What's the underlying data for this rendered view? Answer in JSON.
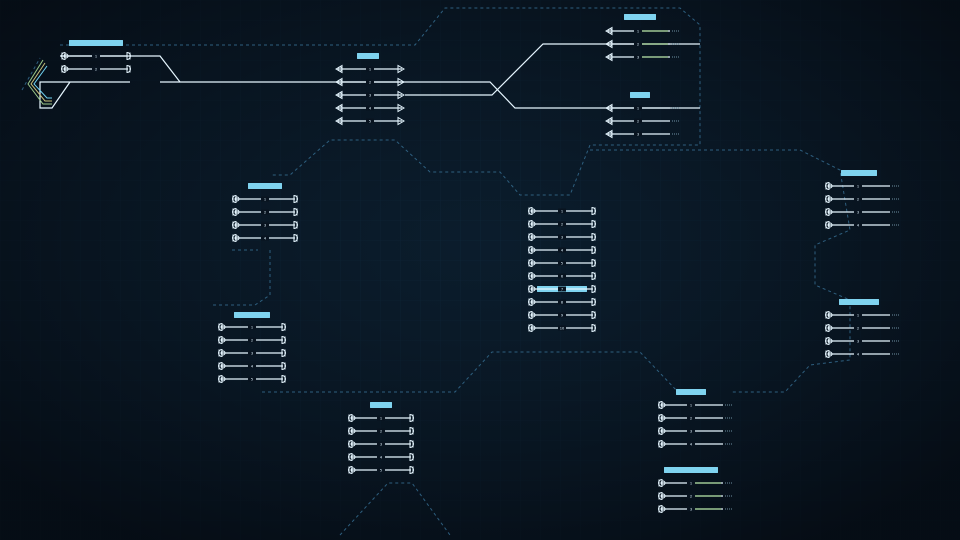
{
  "colors": {
    "background": "#08131f",
    "grid": "#12314a",
    "border_dash": "#2e5f7f",
    "track": "#e6f6ff",
    "label_bg": "#7fd3ef",
    "label_text": "#0a2233",
    "accent_green": "#9bc98a",
    "accent_yellow": "#c9c07a",
    "accent_blue": "#6fd2f2"
  },
  "stations": [
    {
      "id": "top-left",
      "label": "",
      "left_icon": "bumper-stop-icon",
      "right_icon": "bumper-stop-icon",
      "tracks": [
        "1",
        "2"
      ]
    },
    {
      "id": "top-center",
      "label": "",
      "left_icon": "arrow-head-icon",
      "right_icon": "arrow-head-icon",
      "tracks": [
        "1",
        "2",
        "3",
        "4",
        "5"
      ]
    },
    {
      "id": "top-right-upper",
      "label": "",
      "left_icon": "arrow-head-icon",
      "right_icon": "none",
      "tracks": [
        "1",
        "2",
        "3"
      ]
    },
    {
      "id": "top-right-lower",
      "label": "",
      "left_icon": "arrow-head-icon",
      "right_icon": "none",
      "tracks": [
        "1",
        "2",
        "3"
      ]
    },
    {
      "id": "left-upper",
      "label": "",
      "left_icon": "bumper-stop-icon",
      "right_icon": "bumper-stop-icon",
      "tracks": [
        "1",
        "2",
        "3",
        "4"
      ]
    },
    {
      "id": "left-lower",
      "label": "",
      "left_icon": "bumper-stop-icon",
      "right_icon": "bumper-stop-icon",
      "tracks": [
        "1",
        "2",
        "3",
        "4",
        "5"
      ]
    },
    {
      "id": "center",
      "label": "",
      "left_icon": "bumper-stop-icon",
      "right_icon": "bumper-stop-icon",
      "tracks": [
        "1",
        "2",
        "3",
        "4",
        "5",
        "6",
        "7",
        "8",
        "9",
        "10"
      ]
    },
    {
      "id": "right-upper",
      "label": "",
      "left_icon": "bumper-stop-icon",
      "right_icon": "none",
      "tracks": [
        "1",
        "2",
        "3",
        "4"
      ]
    },
    {
      "id": "right-lower",
      "label": "",
      "left_icon": "bumper-stop-icon",
      "right_icon": "none",
      "tracks": [
        "1",
        "2",
        "3",
        "4"
      ]
    },
    {
      "id": "bottom-center",
      "label": "",
      "left_icon": "bumper-stop-icon",
      "right_icon": "bumper-stop-icon",
      "tracks": [
        "1",
        "2",
        "3",
        "4",
        "5"
      ]
    },
    {
      "id": "bottom-right-upper",
      "label": "",
      "left_icon": "bumper-stop-icon",
      "right_icon": "none",
      "tracks": [
        "1",
        "2",
        "3",
        "4"
      ]
    },
    {
      "id": "bottom-right-lower",
      "label": "",
      "left_icon": "bumper-stop-icon",
      "right_icon": "none",
      "tracks": [
        "1",
        "2",
        "3"
      ]
    }
  ]
}
